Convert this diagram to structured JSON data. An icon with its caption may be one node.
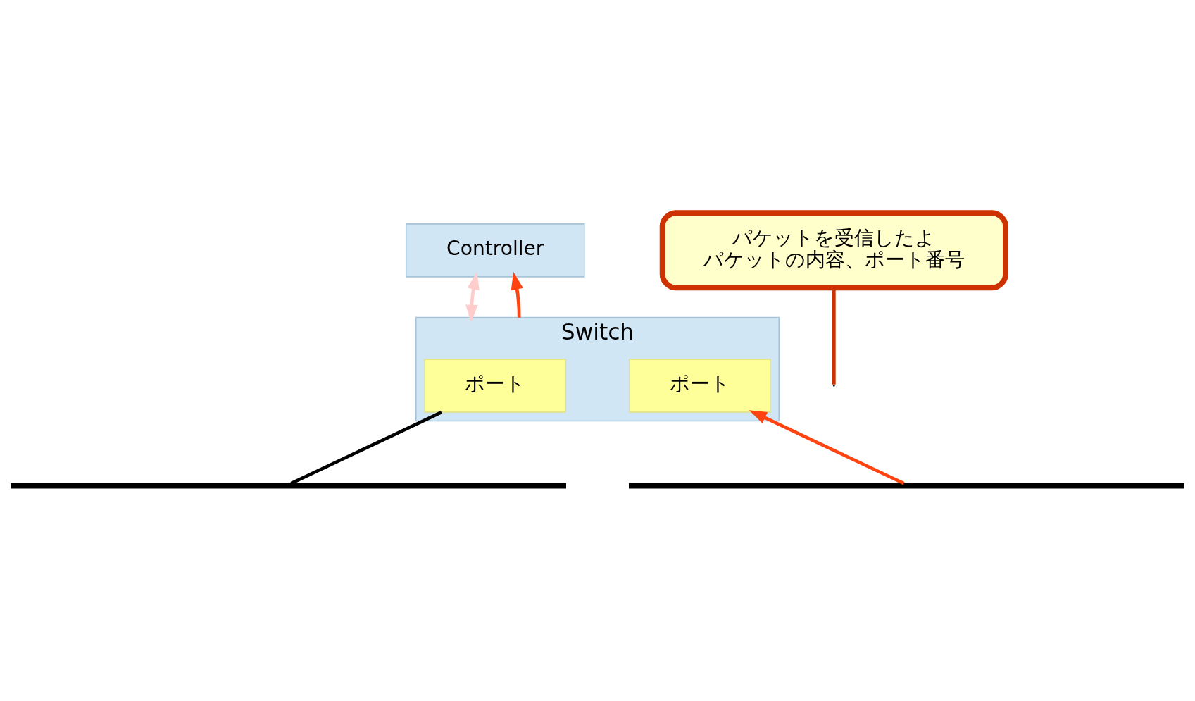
{
  "diagram": {
    "nodes": [
      {
        "text": [
          "Controller"
        ]
      },
      {
        "text": [
          "Switch"
        ]
      },
      {
        "text": [
          "ポート"
        ],
        "in": 1
      },
      {
        "text": [
          "ポート"
        ],
        "in": 1
      },
      {
        "text": [
          "パケットを受信したよ",
          "パケットの内容、ポート番号"
        ]
      },
      {
        "text": [],
        "shape": "bar"
      },
      {
        "text": [],
        "shape": "bar"
      }
    ],
    "edges": [
      {
        "from": 0,
        "to": 1,
        "arrow": "both",
        "color": "#ffcccc"
      },
      {
        "from": 1,
        "to": 0,
        "arrow": "to",
        "color": "#ff4411"
      },
      {
        "from": 2,
        "to": 5,
        "arrow": "none",
        "color": "#000000"
      },
      {
        "from": 6,
        "to": 3,
        "arrow": "to",
        "color": "#ff4411"
      },
      {
        "from": 4,
        "to": null,
        "arrow": "none",
        "color": "#cc3300"
      }
    ]
  }
}
